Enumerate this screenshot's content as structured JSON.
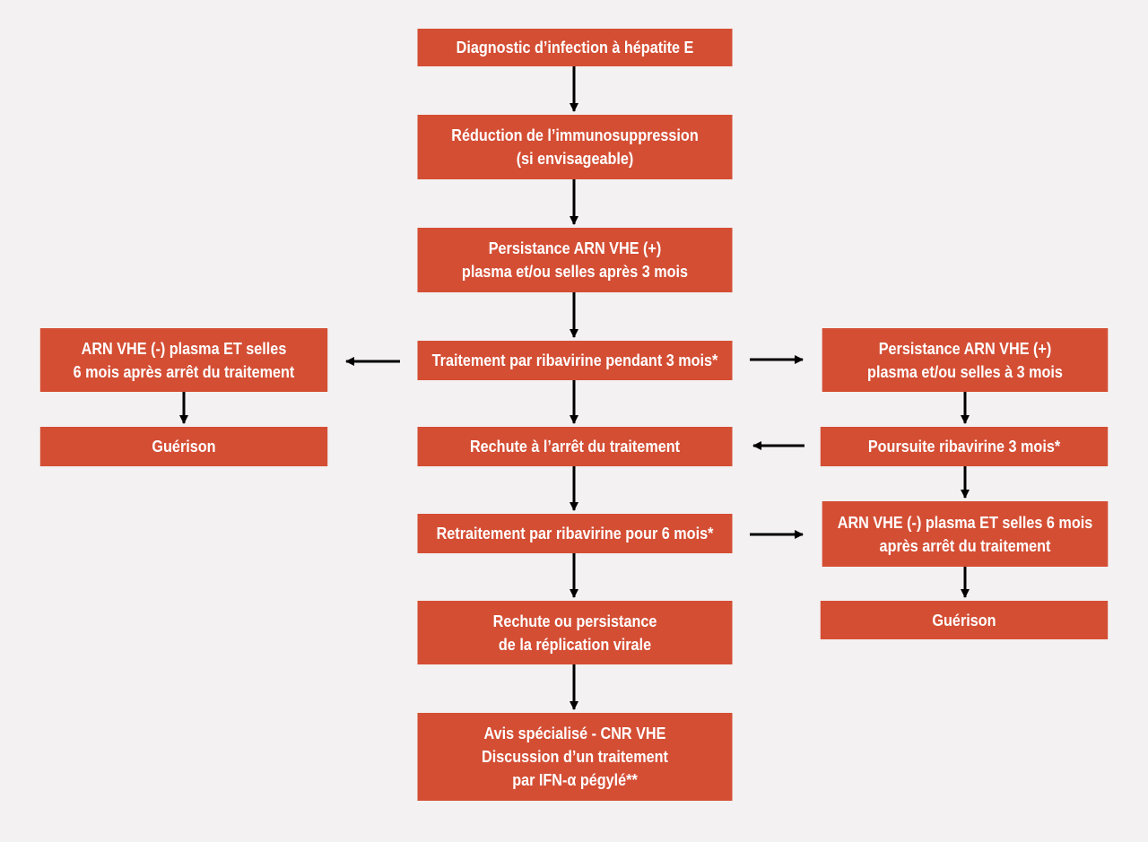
{
  "colors": {
    "background": "#f3f1f1",
    "box": "#d44e34",
    "text": "#ffffff",
    "arrow": "#000000"
  },
  "nodes": {
    "diagnostic": {
      "lines": [
        "Diagnostic d’infection à hépatite E"
      ]
    },
    "reduction": {
      "lines": [
        "Réduction de l’immunosuppression",
        "(si envisageable)"
      ]
    },
    "persistance1": {
      "lines": [
        "Persistance ARN VHE (+)",
        "plasma et/ou selles après 3 mois"
      ]
    },
    "traitement": {
      "lines": [
        "Traitement par ribavirine pendant 3 mois*"
      ]
    },
    "arn_left": {
      "lines": [
        "ARN VHE (-) plasma ET selles",
        "6 mois après arrêt du traitement"
      ]
    },
    "guerison_left": {
      "lines": [
        "Guérison"
      ]
    },
    "persistance2": {
      "lines": [
        "Persistance ARN VHE (+)",
        "plasma et/ou selles à 3 mois"
      ]
    },
    "poursuite": {
      "lines": [
        "Poursuite ribavirine 3 mois*"
      ]
    },
    "rechute_arret": {
      "lines": [
        "Rechute à l’arrêt du traitement"
      ]
    },
    "retraitement": {
      "lines": [
        "Retraitement par ribavirine pour 6 mois*"
      ]
    },
    "arn_right": {
      "lines": [
        "ARN VHE (-) plasma ET selles 6 mois",
        "après arrêt du traitement"
      ]
    },
    "guerison_right": {
      "lines": [
        "Guérison"
      ]
    },
    "rechute_persistance": {
      "lines": [
        "Rechute ou persistance",
        "de la réplication virale"
      ]
    },
    "avis": {
      "lines": [
        "Avis spécialisé - CNR VHE",
        "Discussion d’un traitement",
        "par IFN-α pégylé**"
      ]
    }
  }
}
